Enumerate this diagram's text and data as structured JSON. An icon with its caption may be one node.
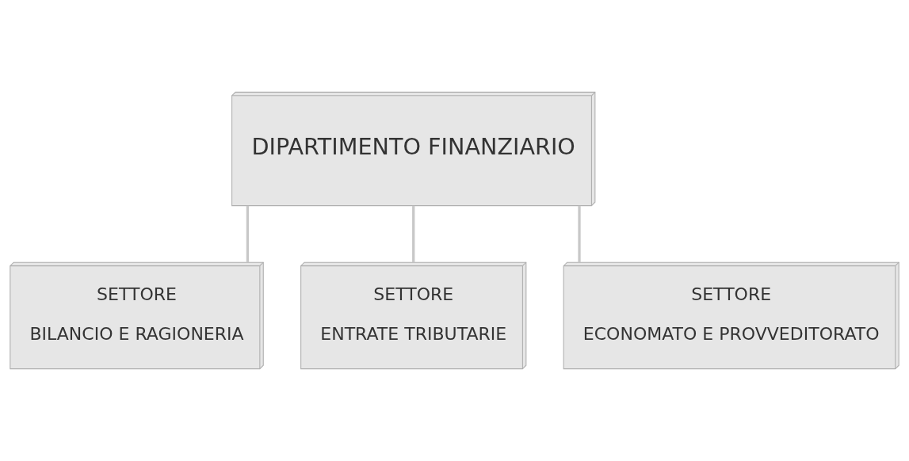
{
  "diagram": {
    "nodes": [
      {
        "text": [
          "DIPARTIMENTO FINANZIARIO"
        ]
      },
      {
        "text": [
          "SETTORE",
          "BILANCIO E RAGIONERIA"
        ]
      },
      {
        "text": [
          "SETTORE",
          "ENTRATE TRIBUTARIE"
        ]
      },
      {
        "text": [
          "SETTORE",
          "ECONOMATO E PROVVEDITORATO"
        ]
      }
    ],
    "edges": [
      {
        "from": 0,
        "to": 1,
        "arrow": "none"
      },
      {
        "from": 0,
        "to": 2,
        "arrow": "none"
      },
      {
        "from": 0,
        "to": 3,
        "arrow": "none"
      }
    ]
  }
}
